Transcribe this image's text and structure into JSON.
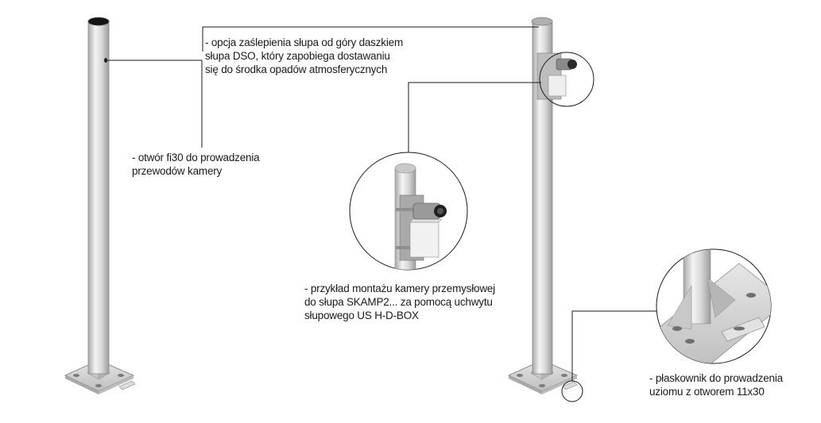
{
  "annotations": {
    "top_cap": {
      "lines": [
        "- opcja zaślepienia słupa od góry daszkiem",
        "słupa DSO, który zapobiega dostawaniu",
        "się do środka opadów atmosferycznych"
      ]
    },
    "cable_hole": {
      "lines": [
        "- otwór fi30 do prowadzenia",
        "przewodów kamery"
      ]
    },
    "camera_mount": {
      "lines": [
        "- przykład montażu kamery przemysłowej",
        "do słupa SKAMP2... za pomocą uchwytu",
        "słupowego US H-D-BOX"
      ]
    },
    "flat_bar": {
      "lines": [
        "- płaskownik do prowadzenia",
        "uziomu z otworem 11x30"
      ]
    }
  },
  "colors": {
    "pole_light": "#f2f2f2",
    "pole_mid": "#cfcfcf",
    "pole_dark": "#9a9a9a",
    "leader_line": "#1a1a1a",
    "text": "#1a1a1a"
  }
}
